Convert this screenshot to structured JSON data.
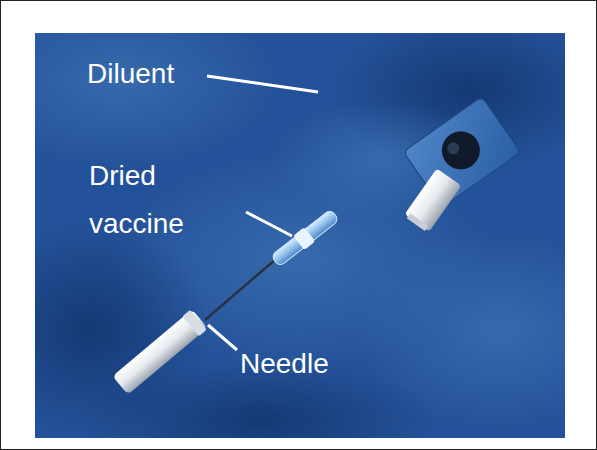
{
  "diagram": {
    "labels": [
      "Diluent",
      "Dried vaccine",
      "Needle"
    ]
  }
}
